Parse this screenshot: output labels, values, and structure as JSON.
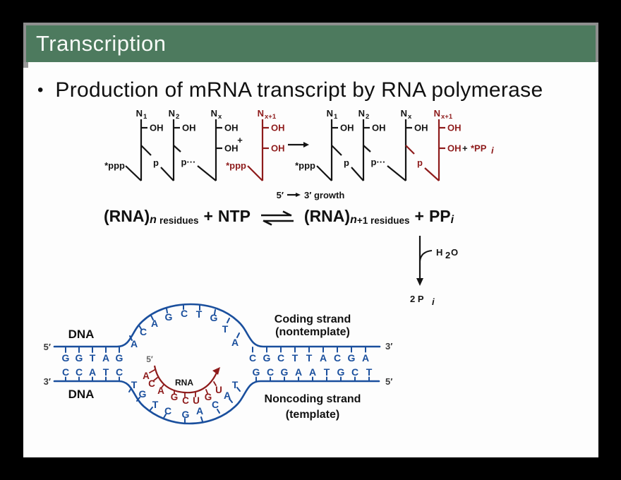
{
  "colors": {
    "header_green": "#4d7a5e",
    "frame_gray": "#8f8f8f",
    "dna_blue": "#1a4f9d",
    "rna_red": "#8e1b1b",
    "text_black": "#111111",
    "slide_white": "#fdfdfd"
  },
  "header": {
    "title": "Transcription"
  },
  "bullet": {
    "marker": "•",
    "text": "Production of mRNA transcript by RNA polymerase"
  },
  "chain": {
    "base_main": "N",
    "base_subs": [
      "1",
      "2",
      "x",
      "x+1"
    ],
    "oh": "OH",
    "ppp": "*ppp",
    "p": "p",
    "p_dots": "p···",
    "plus": "+",
    "ppi_plus": "+",
    "ppi_main": "*PP",
    "ppi_sub": "i",
    "growth_five": "5′",
    "growth_three": "3′ growth"
  },
  "equation": {
    "lhs_main": "(RNA)",
    "lhs_sub_italic": "n",
    "lhs_sub": "residues",
    "plus_left": "+",
    "ntp": "NTP",
    "rhs_main": "(RNA)",
    "rhs_sub_italic": "n",
    "rhs_sub": "+1 residues",
    "plus_right": "+",
    "pp_main": "PP",
    "pp_sub": "i"
  },
  "hydrolysis": {
    "water_h": "H",
    "water_sub": "2",
    "water_o": "O",
    "product_main": "2 P",
    "product_sub": "i"
  },
  "bubble": {
    "dna_label": "DNA",
    "five_prime": "5′",
    "three_prime": "3′",
    "left_top": [
      "G",
      "G",
      "T",
      "A",
      "G"
    ],
    "left_bottom": [
      "C",
      "C",
      "A",
      "T",
      "C"
    ],
    "arc_top": [
      "A",
      "C",
      "A",
      "G",
      "C",
      "T",
      "G",
      "T",
      "A"
    ],
    "arc_bottom": [
      "T",
      "G",
      "T",
      "C",
      "G",
      "A",
      "C",
      "A",
      "T"
    ],
    "right_top": [
      "C",
      "G",
      "C",
      "T",
      "T",
      "A",
      "C",
      "G",
      "A"
    ],
    "right_bottom": [
      "G",
      "C",
      "G",
      "A",
      "A",
      "T",
      "G",
      "C",
      "T"
    ],
    "rna_letters": [
      "A",
      "C",
      "A",
      "G",
      "C",
      "U",
      "G",
      "U"
    ],
    "rna_label": "RNA",
    "rna_five_prime": "5′",
    "coding_line1": "Coding strand",
    "coding_line2": "(nontemplate)",
    "noncoding_line1": "Noncoding strand",
    "noncoding_line2": "(template)"
  }
}
